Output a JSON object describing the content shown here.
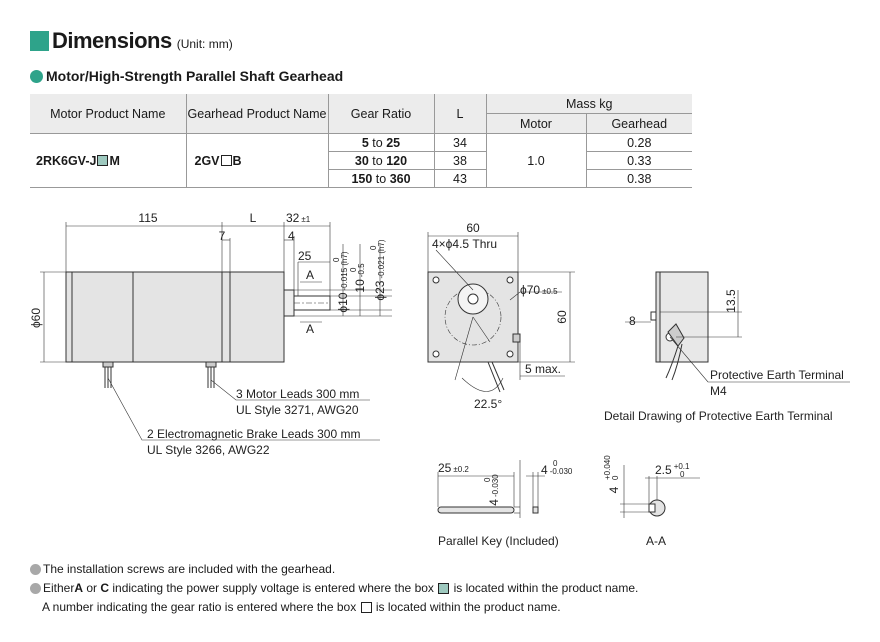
{
  "title": {
    "main": "Dimensions",
    "unit": "(Unit: mm)"
  },
  "section_title": "Motor/High-Strength Parallel Shaft Gearhead",
  "table": {
    "headers": {
      "motor_product_name": "Motor Product Name",
      "gearhead_product_name": "Gearhead Product Name",
      "gear_ratio": "Gear Ratio",
      "length": "L",
      "mass": "Mass kg",
      "mass_motor": "Motor",
      "mass_gearhead": "Gearhead"
    },
    "motor_name_prefix": "2RK6GV-J",
    "motor_name_suffix": "M",
    "gearhead_name_prefix": "2GV",
    "gearhead_name_suffix": "B",
    "motor_mass": "1.0",
    "to_word": "to",
    "rows": [
      {
        "from": "5",
        "to": "25",
        "L": "34",
        "gearhead_mass": "0.28"
      },
      {
        "from": "30",
        "to": "120",
        "L": "38",
        "gearhead_mass": "0.33"
      },
      {
        "from": "150",
        "to": "360",
        "L": "43",
        "gearhead_mass": "0.38"
      }
    ]
  },
  "drawing": {
    "dim_115": "115",
    "dim_L": "L",
    "dim_32": "32",
    "dim_32_tol": "±1",
    "dim_7": "7",
    "dim_4": "4",
    "dim_25": "25",
    "section_A": "A",
    "dia_60": "ϕ60",
    "shaft_dia": "ϕ10",
    "shaft_tol": "-0.015 (h7)",
    "shaft_tol_zero": "0",
    "dim_10": "10",
    "dim_10_tol": "-0.5",
    "dim_10_tol_zero": "0",
    "boss_dia": "ϕ23",
    "boss_tol": "-0.021 (h7)",
    "boss_tol_zero": "0",
    "front_60_top": "60",
    "holes": "4×ϕ4.5 Thru",
    "pcd": "ϕ70",
    "pcd_tol": "±0.5",
    "front_60_side": "60",
    "max5": "5 max.",
    "angle": "22.5°",
    "motor_leads": "3 Motor Leads 300 mm",
    "motor_leads_style": "UL Style 3271, AWG20",
    "brake_leads": "2 Electromagnetic Brake Leads 300 mm",
    "brake_leads_style": "UL Style 3266, AWG22",
    "pe_8": "8",
    "pe_135": "13.5",
    "pe_label": "Protective Earth Terminal",
    "pe_m4": "M4",
    "pe_caption": "Detail Drawing of Protective Earth Terminal",
    "key_25": "25",
    "key_25_tol": "±0.2",
    "key_4h": "4",
    "key_4h_tol": "-0.030",
    "key_4h_zero": "0",
    "key_4w": "4",
    "key_4w_tol": "-0.030",
    "key_4w_zero": "0",
    "key_caption": "Parallel Key (Included)",
    "aa_4": "4",
    "aa_4_tol": "+0.040",
    "aa_4_zero": "0",
    "aa_25": "2.5",
    "aa_25_tol": "+0.1",
    "aa_25_zero": "0",
    "aa_caption": "A-A"
  },
  "notes": {
    "n1": "The installation screws are included with the gearhead.",
    "n2_pre": "Either ",
    "n2_A": "A",
    "n2_or": " or ",
    "n2_C": "C",
    "n2_mid": " indicating the power supply voltage is entered where the box ",
    "n2_post": " is located within the product name.",
    "n3_pre": "A number indicating the gear ratio is entered where the box ",
    "n3_post": " is located within the product name."
  },
  "colors": {
    "accent": "#2ea38a",
    "box_fill": "#9ec9bf",
    "motor_body": "#e4e4e4",
    "table_header": "#ececec"
  }
}
